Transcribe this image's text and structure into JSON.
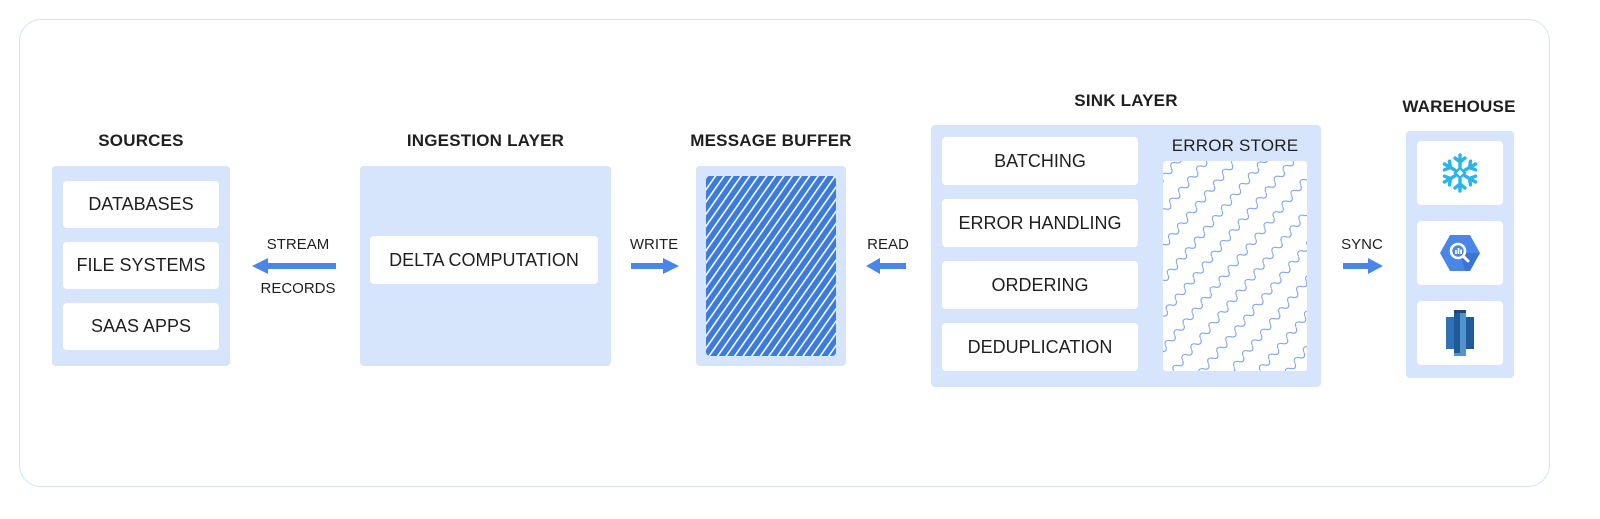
{
  "sources": {
    "title": "SOURCES",
    "items": [
      "DATABASES",
      "FILE SYSTEMS",
      "SAAS APPS"
    ]
  },
  "connector_stream": {
    "line1": "STREAM",
    "line2": "RECORDS"
  },
  "ingestion": {
    "title": "INGESTION LAYER",
    "items": [
      "DELTA COMPUTATION"
    ]
  },
  "connector_write": {
    "label": "WRITE"
  },
  "buffer": {
    "title": "MESSAGE BUFFER"
  },
  "connector_read": {
    "label": "READ"
  },
  "sink": {
    "title": "SINK LAYER",
    "items": [
      "BATCHING",
      "ERROR HANDLING",
      "ORDERING",
      "DEDUPLICATION"
    ],
    "error_store_title": "ERROR STORE"
  },
  "connector_sync": {
    "label": "SYNC"
  },
  "warehouse": {
    "title": "WAREHOUSE",
    "logos": [
      "snowflake-icon",
      "bigquery-icon",
      "redshift-icon"
    ]
  },
  "colors": {
    "accent": "#4a86e8",
    "panel": "#d6e5fb",
    "frame_border": "#d6e3f7"
  }
}
